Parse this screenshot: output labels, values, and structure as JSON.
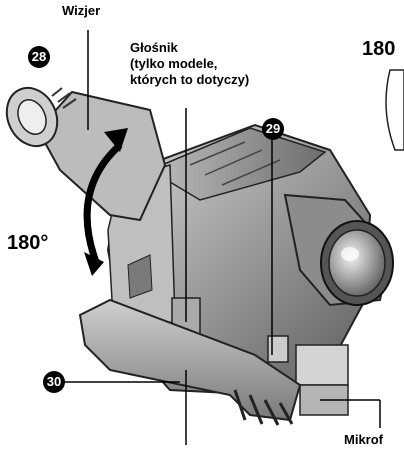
{
  "labels": {
    "viewfinder": "Wizjer",
    "speaker_line1": "Głośnik",
    "speaker_line2": "(tylko modele,",
    "speaker_line3": "których to dotyczy)",
    "rotation_left": "180°",
    "rotation_right": "180",
    "microphone": "Mikrof"
  },
  "callouts": [
    "28",
    "29",
    "30"
  ],
  "colors": {
    "body": "#9a9a9a",
    "dark": "#3a3a3a",
    "light": "#dedede",
    "ink": "#000000"
  }
}
